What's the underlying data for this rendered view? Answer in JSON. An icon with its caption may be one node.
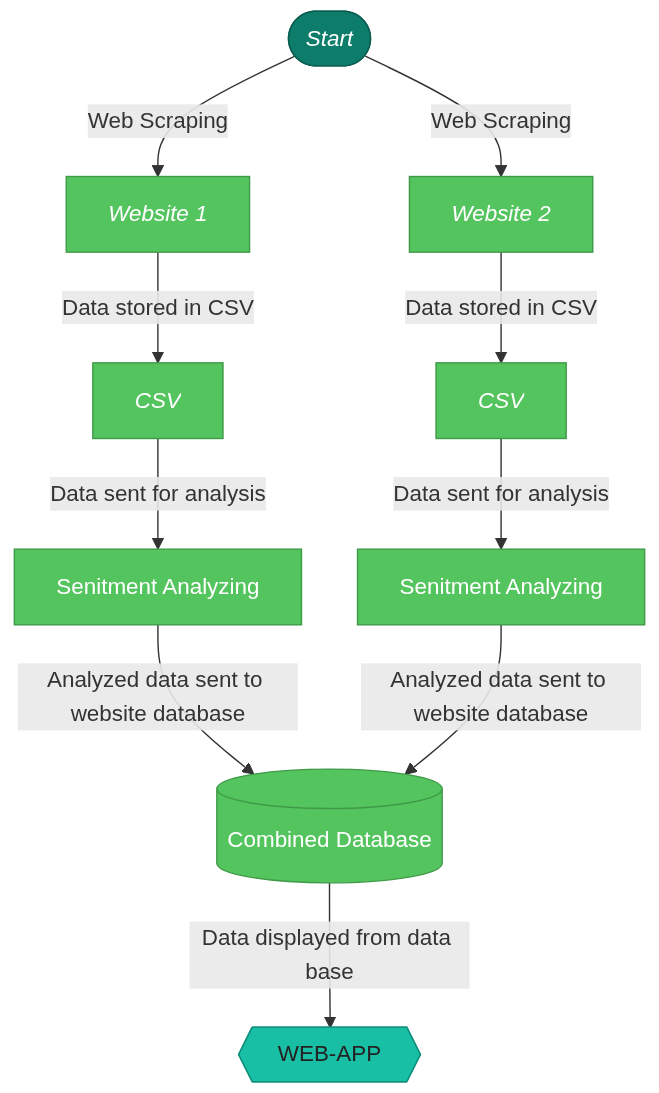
{
  "diagram": {
    "nodes": [
      {
        "text": [
          "Start"
        ]
      },
      {
        "text": [
          "Website 1"
        ]
      },
      {
        "text": [
          "CSV"
        ]
      },
      {
        "text": [
          "Senitment Analyzing"
        ]
      },
      {
        "text": [
          "Website 2"
        ]
      },
      {
        "text": [
          "CSV"
        ]
      },
      {
        "text": [
          "Senitment Analyzing"
        ]
      },
      {
        "text": [
          "Combined Database"
        ]
      },
      {
        "text": [
          "WEB-APP"
        ]
      }
    ],
    "edges": [
      {
        "from": 0,
        "to": 1,
        "arrow": "to",
        "label": "Web Scraping"
      },
      {
        "from": 0,
        "to": 4,
        "arrow": "to",
        "label": "Web Scraping"
      },
      {
        "from": 1,
        "to": 2,
        "arrow": "to",
        "label": "Data stored in CSV"
      },
      {
        "from": 4,
        "to": 5,
        "arrow": "to",
        "label": "Data stored in CSV"
      },
      {
        "from": 2,
        "to": 3,
        "arrow": "to",
        "label": "Data sent for analysis"
      },
      {
        "from": 5,
        "to": 6,
        "arrow": "to",
        "label": "Data sent for analysis"
      },
      {
        "from": 3,
        "to": 7,
        "arrow": "to",
        "label": "Analyzed data sent to website database"
      },
      {
        "from": 6,
        "to": 7,
        "arrow": "to",
        "label": "Analyzed data sent to website database"
      },
      {
        "from": 7,
        "to": 8,
        "arrow": "to",
        "label": "Data displayed from data base"
      }
    ]
  }
}
